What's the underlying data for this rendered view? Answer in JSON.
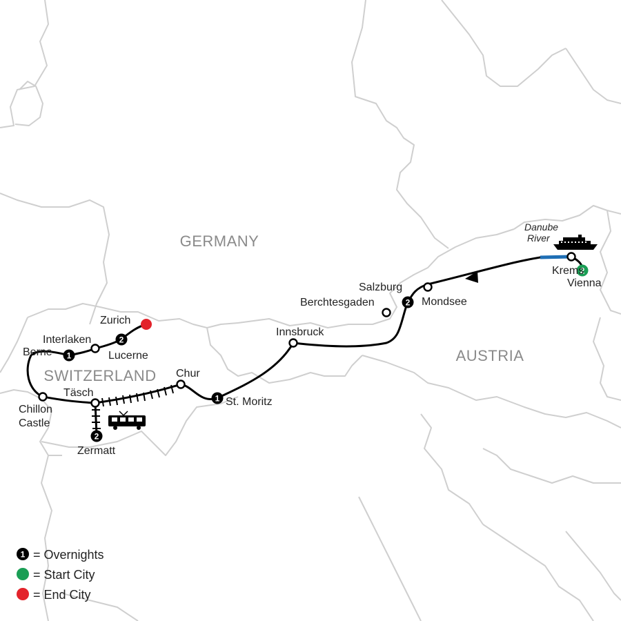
{
  "countries": {
    "germany": "GERMANY",
    "switzerland": "SWITZERLAND",
    "austria": "AUSTRIA"
  },
  "cities": {
    "zurich": "Zurich",
    "interlaken": "Interlaken",
    "berne": "Berne",
    "lucerne": "Lucerne",
    "chillon_line1": "Chillon",
    "chillon_line2": "Castle",
    "tasch": "Täsch",
    "zermatt": "Zermatt",
    "chur": "Chur",
    "st_moritz": "St. Moritz",
    "innsbruck": "Innsbruck",
    "berchtesgaden": "Berchtesgaden",
    "salzburg": "Salzburg",
    "mondsee": "Mondsee",
    "krems": "Krems",
    "vienna": "Vienna"
  },
  "water": {
    "danube_line1": "Danube",
    "danube_line2": "River"
  },
  "overnights": {
    "lucerne": "2",
    "berne": "1",
    "zermatt": "2",
    "st_moritz": "1",
    "salzburg": "2",
    "vienna": "2"
  },
  "legend": {
    "overnights_badge": "1",
    "overnights": "= Overnights",
    "start": "= Start City",
    "end": "= End City"
  },
  "colors": {
    "overnight": "#000000",
    "start": "#1a9e55",
    "end": "#e3232b",
    "river_cruise": "#1f6fb5",
    "border": "#cfcfcf",
    "country_label": "#8a8a8a"
  },
  "icons": {
    "ship": "cruise-ship-icon",
    "train": "train-icon",
    "direction": "arrow-head-icon"
  }
}
